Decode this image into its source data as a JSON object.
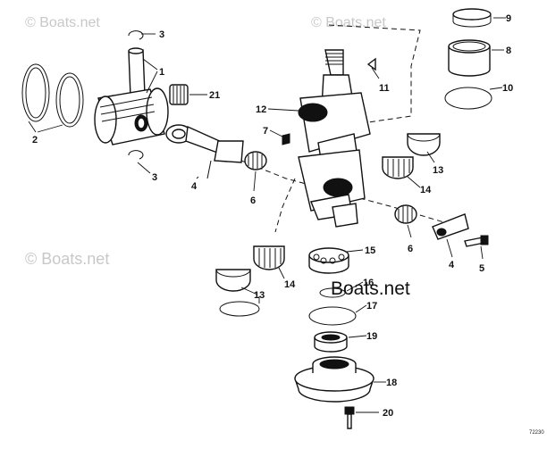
{
  "watermarks": [
    "© Boats.net",
    "© Boats.net",
    "Boats.net"
  ],
  "reference_code": "72230",
  "callouts": {
    "c1": "1",
    "c2": "2",
    "c3a": "3",
    "c3b": "3",
    "c4a": "4",
    "c4b": "4",
    "c5": "5",
    "c6a": "6",
    "c6b": "6",
    "c7": "7",
    "c8": "8",
    "c9": "9",
    "c10": "10",
    "c11": "11",
    "c12": "12",
    "c13a": "13",
    "c13b": "13",
    "c14a": "14",
    "c14b": "14",
    "c15": "15",
    "c16": "16",
    "c17": "17",
    "c18": "18",
    "c19": "19",
    "c20": "20",
    "c21": "21"
  }
}
